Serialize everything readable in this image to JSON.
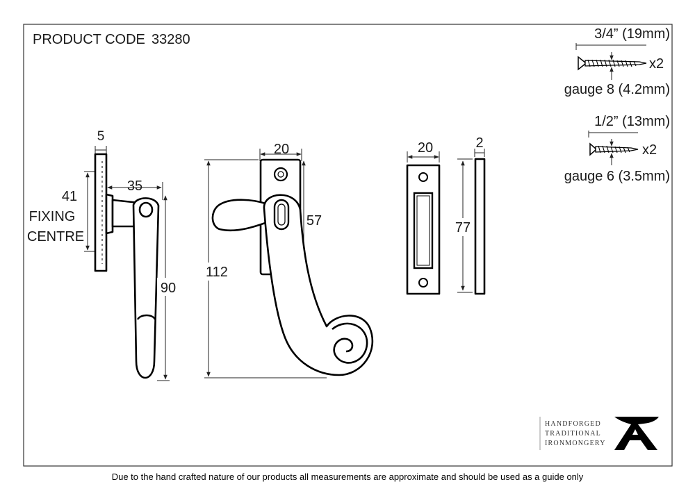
{
  "product": {
    "label": "PRODUCT CODE",
    "code": "33280"
  },
  "screws": [
    {
      "length": "3/4” (19mm)",
      "qty": "x2",
      "gauge": "gauge 8 (4.2mm)"
    },
    {
      "length": "1/2” (13mm)",
      "qty": "x2",
      "gauge": "gauge 6 (3.5mm)"
    }
  ],
  "side_view": {
    "depth": "5",
    "fixing_centre": "41",
    "fixing_label_1": "FIXING",
    "fixing_label_2": "CENTRE",
    "projection": "35",
    "handle_length": "90"
  },
  "front_view": {
    "plate_width": "20",
    "plate_height": "57",
    "overall_height": "112"
  },
  "keep": {
    "width": "20",
    "height": "77",
    "thickness": "2"
  },
  "brand": {
    "line1": "HANDFORGED",
    "line2": "TRADITIONAL",
    "line3": "IRONMONGERY",
    "mark": "anvil-logo"
  },
  "footer": "Due to the hand crafted nature of our products all measurements are approximate and should be used as a guide only"
}
